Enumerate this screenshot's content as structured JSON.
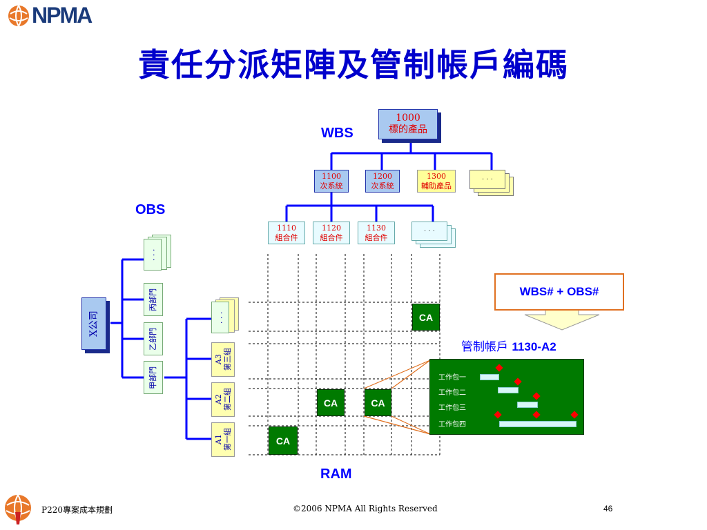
{
  "header": {
    "logo_text": "NPMA",
    "title": "責任分派矩陣及管制帳戶編碼"
  },
  "labels": {
    "wbs": "WBS",
    "obs": "OBS",
    "ram": "RAM",
    "formula": "WBS# + OBS#",
    "control_account_prefix": "管制帳戶",
    "control_account_code": "1130-A2"
  },
  "wbs": {
    "root": {
      "code": "1000",
      "name": "標的產品"
    },
    "level2": [
      {
        "code": "1100",
        "name": "次系統"
      },
      {
        "code": "1200",
        "name": "次系統"
      },
      {
        "code": "1300",
        "name": "輔助產品"
      },
      {
        "code": ". . .",
        "name": ""
      }
    ],
    "level3": [
      {
        "code": "1110",
        "name": "組合件"
      },
      {
        "code": "1120",
        "name": "組合件"
      },
      {
        "code": "1130",
        "name": "組合件"
      },
      {
        "code": ". . .",
        "name": ""
      }
    ]
  },
  "obs": {
    "root": "X公司",
    "departments": [
      ". . .",
      "丙部門",
      "乙部門",
      "甲部門"
    ],
    "groups": [
      {
        "line1": ". . .",
        "line2": ""
      },
      {
        "line1": "A3",
        "line2": "第三組"
      },
      {
        "line1": "A2",
        "line2": "第二組"
      },
      {
        "line1": "A1",
        "line2": "第一組"
      }
    ]
  },
  "matrix": {
    "ca_label": "CA"
  },
  "work_packages": {
    "items": [
      "工作包一",
      "工作包二",
      "工作包三",
      "工作包四"
    ]
  },
  "footer": {
    "course": "P220專案成本規劃",
    "copyright": "©2006 NPMA  All Rights Reserved",
    "page": "46"
  },
  "colors": {
    "title": "#0000cc",
    "ca_green": "#007a00",
    "wbs_blue": "#a9c9f0",
    "accent_red": "#ff0000"
  }
}
